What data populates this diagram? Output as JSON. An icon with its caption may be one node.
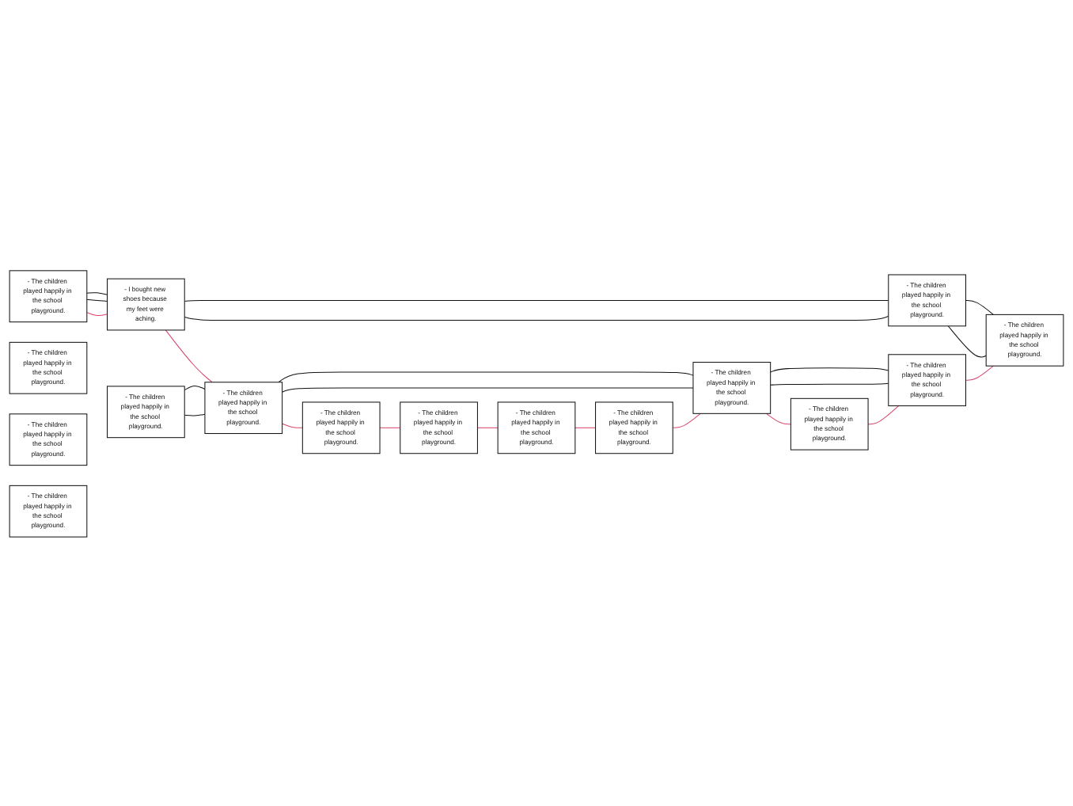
{
  "diagram": {
    "nodes": [
      {
        "text": [
          "- The children played happily in the school playground."
        ]
      },
      {
        "text": [
          "- I bought new shoes because my feet were aching."
        ]
      },
      {
        "text": [
          "- The children played happily in the school playground."
        ]
      },
      {
        "text": [
          "- The children played happily in the school playground."
        ]
      },
      {
        "text": [
          "- The children played happily in the school playground."
        ]
      },
      {
        "text": [
          "- The children played happily in the school playground."
        ]
      },
      {
        "text": [
          "- The children played happily in the school playground."
        ]
      },
      {
        "text": [
          "- The children played happily in the school playground."
        ]
      },
      {
        "text": [
          "- The children played happily in the school playground."
        ]
      },
      {
        "text": [
          "- The children played happily in the school playground."
        ]
      },
      {
        "text": [
          "- The children played happily in the school playground."
        ]
      },
      {
        "text": [
          "- The children played happily in the school playground."
        ]
      },
      {
        "text": [
          "- The children played happily in the school playground."
        ]
      },
      {
        "text": [
          "- The children played happily in the school playground."
        ]
      },
      {
        "text": [
          "- The children played happily in the school playground."
        ]
      },
      {
        "text": [
          "- The children played happily in the school playground."
        ]
      }
    ],
    "edges": [
      {
        "from": 0,
        "to": 1,
        "arrow": "none"
      },
      {
        "from": 0,
        "to": 1,
        "arrow": "none"
      },
      {
        "from": 1,
        "to": 2,
        "arrow": "none"
      },
      {
        "from": 1,
        "to": 2,
        "arrow": "none"
      },
      {
        "from": 2,
        "to": 3,
        "arrow": "none"
      },
      {
        "from": 2,
        "to": 3,
        "arrow": "none"
      },
      {
        "from": 4,
        "to": 5,
        "arrow": "none"
      },
      {
        "from": 4,
        "to": 5,
        "arrow": "none"
      },
      {
        "from": 5,
        "to": 6,
        "arrow": "none"
      },
      {
        "from": 5,
        "to": 6,
        "arrow": "none"
      },
      {
        "from": 6,
        "to": 7,
        "arrow": "none"
      },
      {
        "from": 6,
        "to": 7,
        "arrow": "none"
      },
      {
        "from": 0,
        "to": 1,
        "arrow": "none",
        "color": "#d9456a"
      },
      {
        "from": 1,
        "to": 5,
        "arrow": "none",
        "color": "#d9456a"
      },
      {
        "from": 5,
        "to": 8,
        "arrow": "none",
        "color": "#d9456a"
      },
      {
        "from": 8,
        "to": 13,
        "arrow": "none",
        "color": "#d9456a"
      },
      {
        "from": 13,
        "to": 14,
        "arrow": "none",
        "color": "#d9456a"
      },
      {
        "from": 14,
        "to": 10,
        "arrow": "none",
        "color": "#d9456a"
      },
      {
        "from": 10,
        "to": 6,
        "arrow": "none",
        "color": "#d9456a"
      },
      {
        "from": 6,
        "to": 11,
        "arrow": "none",
        "color": "#d9456a"
      },
      {
        "from": 11,
        "to": 7,
        "arrow": "none",
        "color": "#d9456a"
      },
      {
        "from": 7,
        "to": 3,
        "arrow": "none",
        "color": "#d9456a"
      }
    ]
  }
}
